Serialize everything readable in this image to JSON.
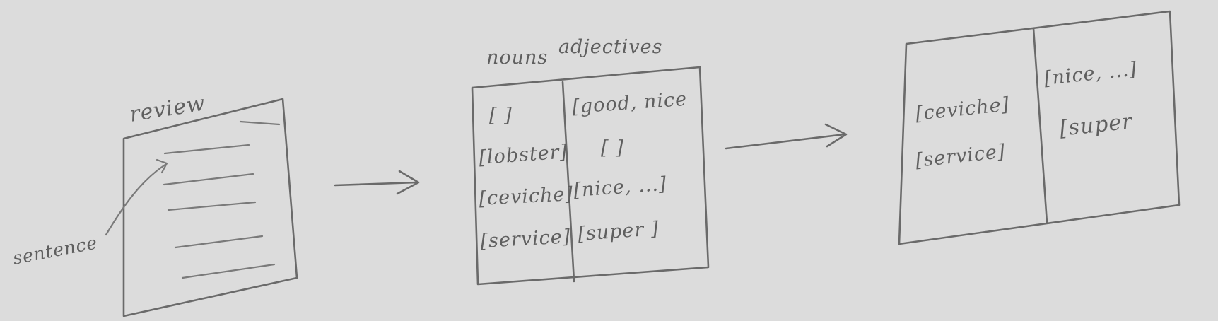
{
  "colors": {
    "paper": "#dcdcdc",
    "pencil": "#6a6a6a"
  },
  "review": {
    "title": "review",
    "sentence_label": "sentence"
  },
  "middle_table": {
    "header_nouns": "nouns",
    "header_adjectives": "adjectives",
    "rows": [
      {
        "noun": "[   ]",
        "adjectives": "[good, nice"
      },
      {
        "noun": "[lobster]",
        "adjectives": "[   ]"
      },
      {
        "noun": "[ceviche]",
        "adjectives": "[nice, ...]"
      },
      {
        "noun": "[service]",
        "adjectives": "[super ]"
      }
    ]
  },
  "result_table": {
    "rows": [
      {
        "noun": "[ceviche]",
        "adjectives": "[nice, ...]"
      },
      {
        "noun": "[service]",
        "adjectives": "[super"
      }
    ]
  },
  "arrows": [
    "arrow-review-to-table",
    "arrow-table-to-result"
  ]
}
